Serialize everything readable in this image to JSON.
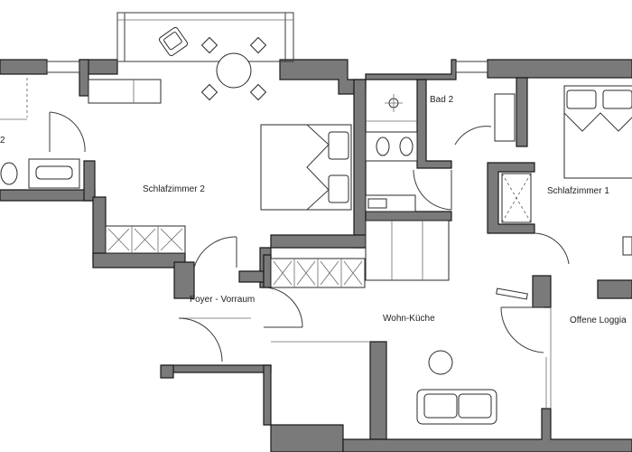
{
  "rooms": {
    "schlafzimmer2": "Schlafzimmer 2",
    "bad2": "Bad 2",
    "schlafzimmer1": "Schlafzimmer 1",
    "foyer": "Foyer - Vorraum",
    "wohnkueche": "Wohn-Küche",
    "loggia": "Offene Loggia",
    "cut_label": "2"
  },
  "colors": {
    "wall_fill": "#7a7a7a",
    "line": "#2a2a2a",
    "background": "#ffffff"
  }
}
